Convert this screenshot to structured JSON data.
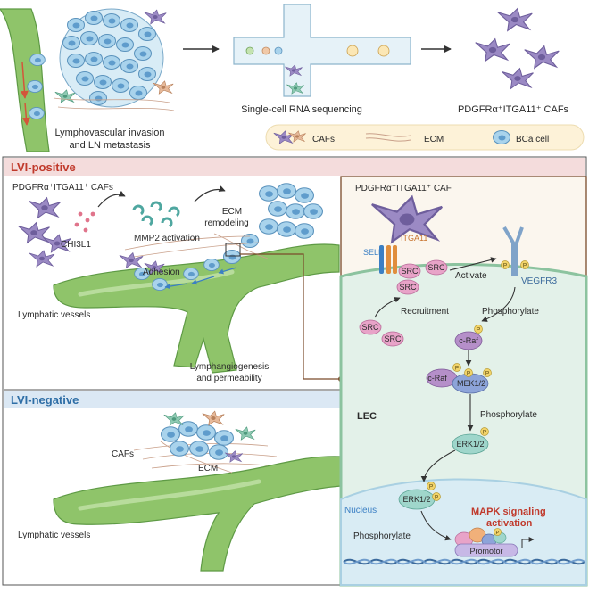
{
  "top": {
    "invasion_label_1": "Lymphovascular invasion",
    "invasion_label_2": "and LN metastasis",
    "scrna_label": "Single-cell RNA sequencing",
    "caf_subtype_label": "PDGFRα⁺ITGA11⁺ CAFs"
  },
  "legend": {
    "items": [
      {
        "icon": "caf-icon",
        "label": "CAFs"
      },
      {
        "icon": "ecm-icon",
        "label": "ECM"
      },
      {
        "icon": "bca-cell-icon",
        "label": "BCa cell"
      }
    ]
  },
  "lvi_positive": {
    "header": "LVI-positive",
    "caf_label": "PDGFRα⁺ITGA11⁺ CAFs",
    "chi3l1": "CHI3L1",
    "mmp2": "MMP2 activation",
    "ecm_1": "ECM",
    "ecm_2": "remodeling",
    "adhesion": "Adhesion",
    "vessels": "Lymphatic vessels",
    "lymphangio_1": "Lymphangiogenesis",
    "lymphangio_2": "and permeability"
  },
  "lvi_negative": {
    "header": "LVI-negative",
    "cafs": "CAFs",
    "ecm": "ECM",
    "vessels": "Lymphatic vessels"
  },
  "pathway": {
    "caf_title": "PDGFRα⁺ITGA11⁺ CAF",
    "sele": "SELE",
    "itga11": "ITGA11",
    "src": "SRC",
    "activate": "Activate",
    "vegfr3": "VEGFR3",
    "recruitment": "Recruitment",
    "phosphorylate_1": "Phosphorylate",
    "craf": "c-Raf",
    "mek": "MEK1/2",
    "phosphorylate_2": "Phosphorylate",
    "lec": "LEC",
    "erk": "ERK1/2",
    "nucleus": "Nucleus",
    "phosphorylate_3": "Phosphorylate",
    "mapk_1": "MAPK signaling",
    "mapk_2": "activation",
    "promotor": "Promotor",
    "p": "P"
  },
  "colors": {
    "vessel": "#8fc46a",
    "vessel_dark": "#5e9a45",
    "bca": "#a9d3ec",
    "caf": "#9b8ac4",
    "src": "#e8a3c8",
    "raf": "#b58fc9",
    "erk": "#9fd6cb",
    "phospho": "#f1d36a",
    "red": "#c0392b",
    "blue": "#2e6ea6"
  }
}
